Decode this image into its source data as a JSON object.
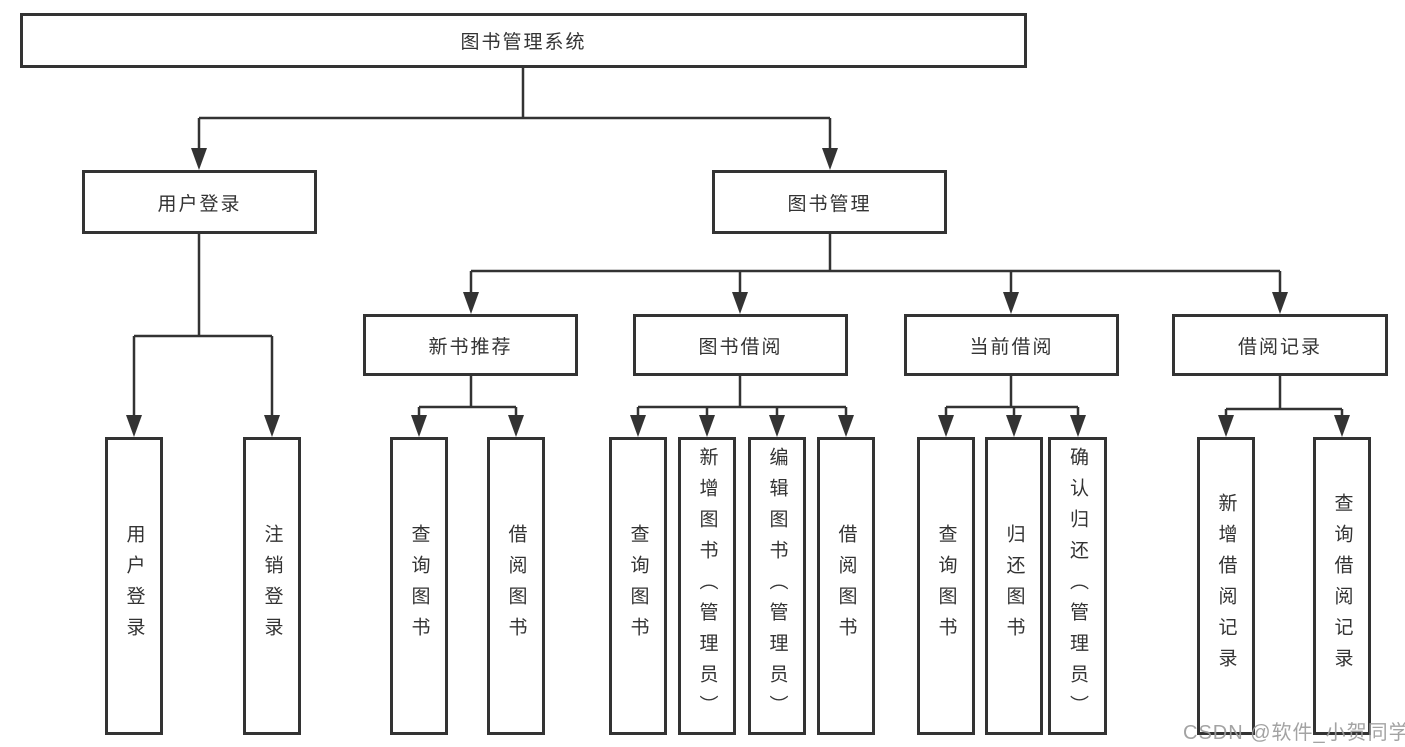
{
  "diagram_title": "图书管理系统",
  "tree": {
    "root": {
      "label": "图书管理系统"
    },
    "branches": [
      {
        "label": "用户登录",
        "children": [
          {
            "label": "用户登录"
          },
          {
            "label": "注销登录"
          }
        ]
      },
      {
        "label": "图书管理",
        "children": [
          {
            "label": "新书推荐",
            "children": [
              {
                "label": "查询图书"
              },
              {
                "label": "借阅图书"
              }
            ]
          },
          {
            "label": "图书借阅",
            "children": [
              {
                "label": "查询图书"
              },
              {
                "label": "新增图书（管理员）"
              },
              {
                "label": "编辑图书（管理员）"
              },
              {
                "label": "借阅图书"
              }
            ]
          },
          {
            "label": "当前借阅",
            "children": [
              {
                "label": "查询图书"
              },
              {
                "label": "归还图书"
              },
              {
                "label": "确认归还（管理员）"
              }
            ]
          },
          {
            "label": "借阅记录",
            "children": [
              {
                "label": "新增借阅记录"
              },
              {
                "label": "查询借阅记录"
              }
            ]
          }
        ]
      }
    ]
  },
  "watermark": {
    "text": "CSDN @软件_小贺同学"
  },
  "colors": {
    "background": "#ffffff",
    "box_border": "#333333",
    "line": "#333333",
    "text": "#333333",
    "watermark": "#9b9b9b"
  }
}
